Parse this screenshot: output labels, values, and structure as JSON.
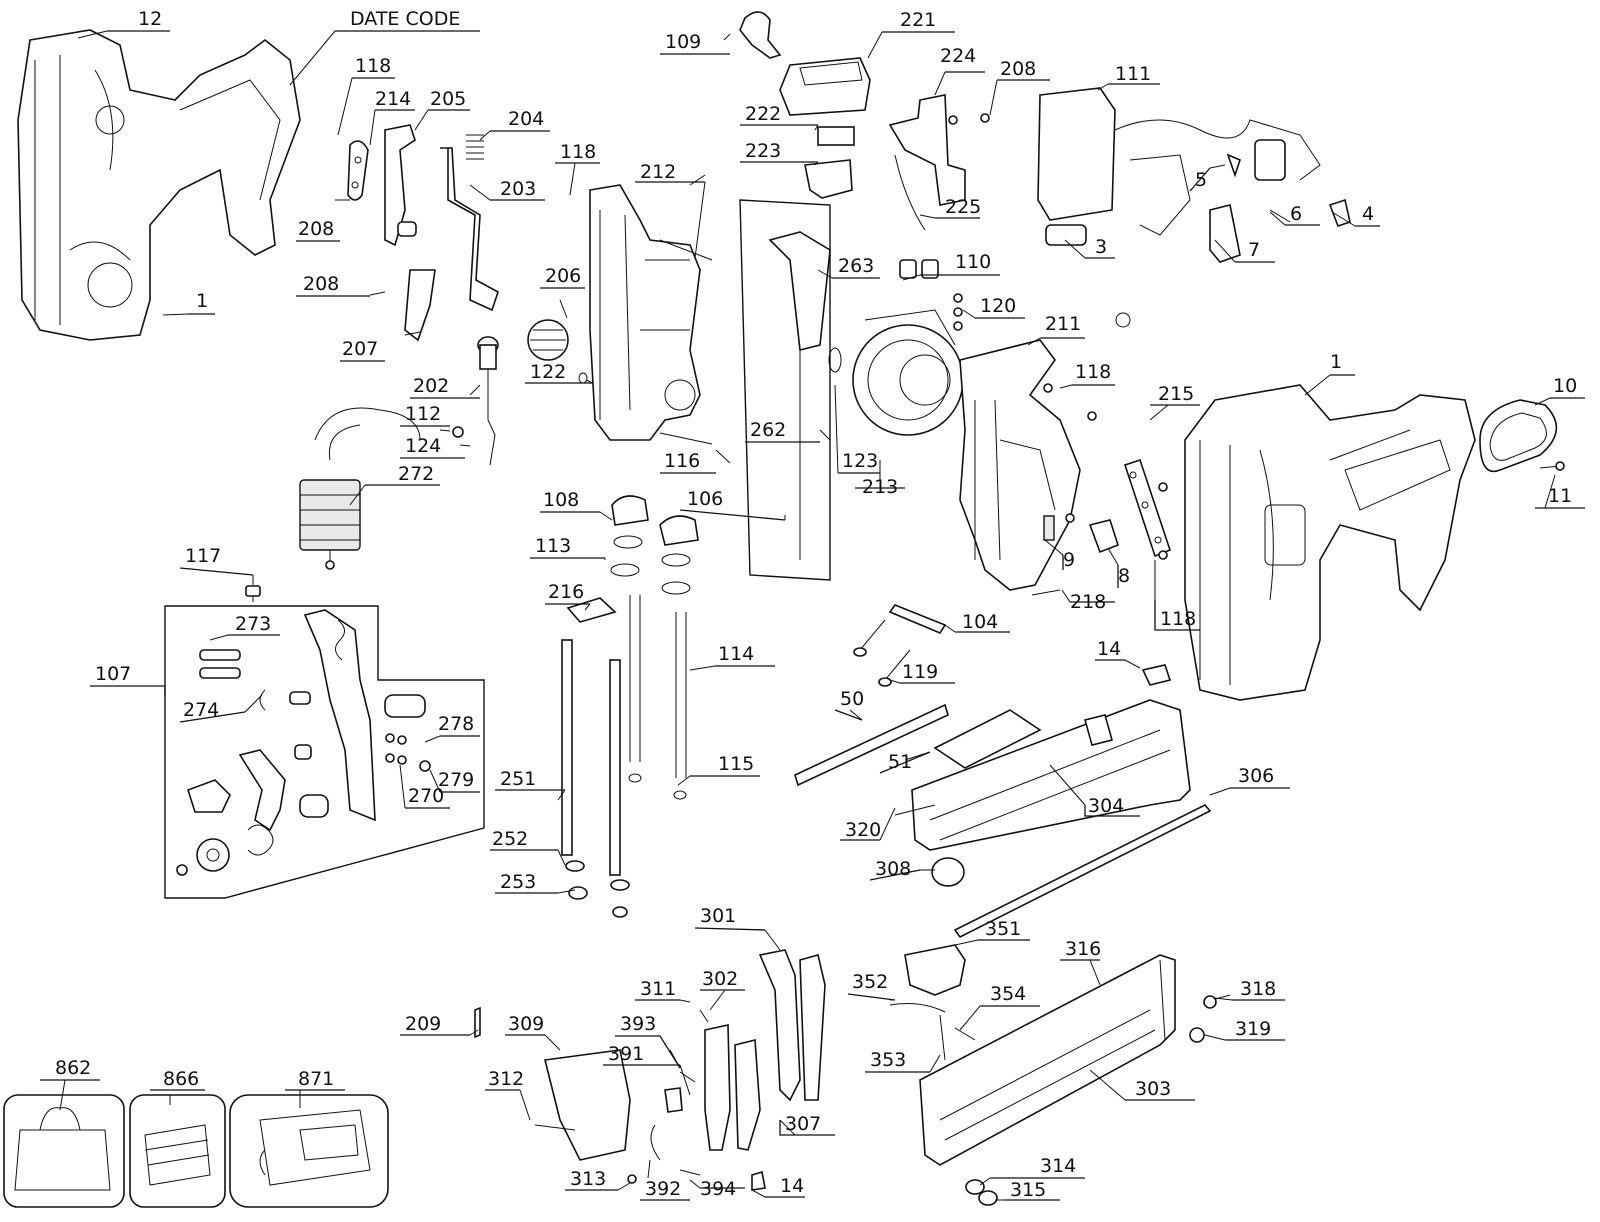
{
  "diagram": {
    "date_code_label": "DATE CODE",
    "callouts": {
      "c12": "12",
      "c1a": "1",
      "c118a": "118",
      "c214": "214",
      "c205": "205",
      "c204": "204",
      "c208a": "208",
      "c203": "203",
      "c208b": "208",
      "c207": "207",
      "c202": "202",
      "c112": "112",
      "c124": "124",
      "c272": "272",
      "c109": "109",
      "c221": "221",
      "c224": "224",
      "c208c": "208",
      "c111": "111",
      "c222": "222",
      "c223": "223",
      "c225": "225",
      "c5": "5",
      "c6": "6",
      "c4": "4",
      "c3": "3",
      "c7": "7",
      "c118b": "118",
      "c212": "212",
      "c206": "206",
      "c122": "122",
      "c116": "116",
      "c263": "263",
      "c110": "110",
      "c120": "120",
      "c211": "211",
      "c262": "262",
      "c123": "123",
      "c213": "213",
      "c106": "106",
      "c118c": "118",
      "c215": "215",
      "c1b": "1",
      "c10": "10",
      "c11": "11",
      "c9": "9",
      "c8": "8",
      "c218": "218",
      "c118d": "118",
      "c108": "108",
      "c113": "113",
      "c216": "216",
      "c117": "117",
      "c107": "107",
      "c273": "273",
      "c274": "274",
      "c278": "278",
      "c279": "279",
      "c270": "270",
      "c114": "114",
      "c251": "251",
      "c115": "115",
      "c252": "252",
      "c253": "253",
      "c104": "104",
      "c119": "119",
      "c14a": "14",
      "c50": "50",
      "c51": "51",
      "c304": "304",
      "c306": "306",
      "c320": "320",
      "c308": "308",
      "c301": "301",
      "c351": "351",
      "c316": "316",
      "c352": "352",
      "c354": "354",
      "c318": "318",
      "c353": "353",
      "c319": "319",
      "c303": "303",
      "c311": "311",
      "c302": "302",
      "c393": "393",
      "c391": "391",
      "c309": "309",
      "c312": "312",
      "c307": "307",
      "c209": "209",
      "c313": "313",
      "c392": "392",
      "c394": "394",
      "c14b": "14",
      "c314": "314",
      "c315": "315",
      "c862": "862",
      "c866": "866",
      "c871": "871"
    }
  }
}
